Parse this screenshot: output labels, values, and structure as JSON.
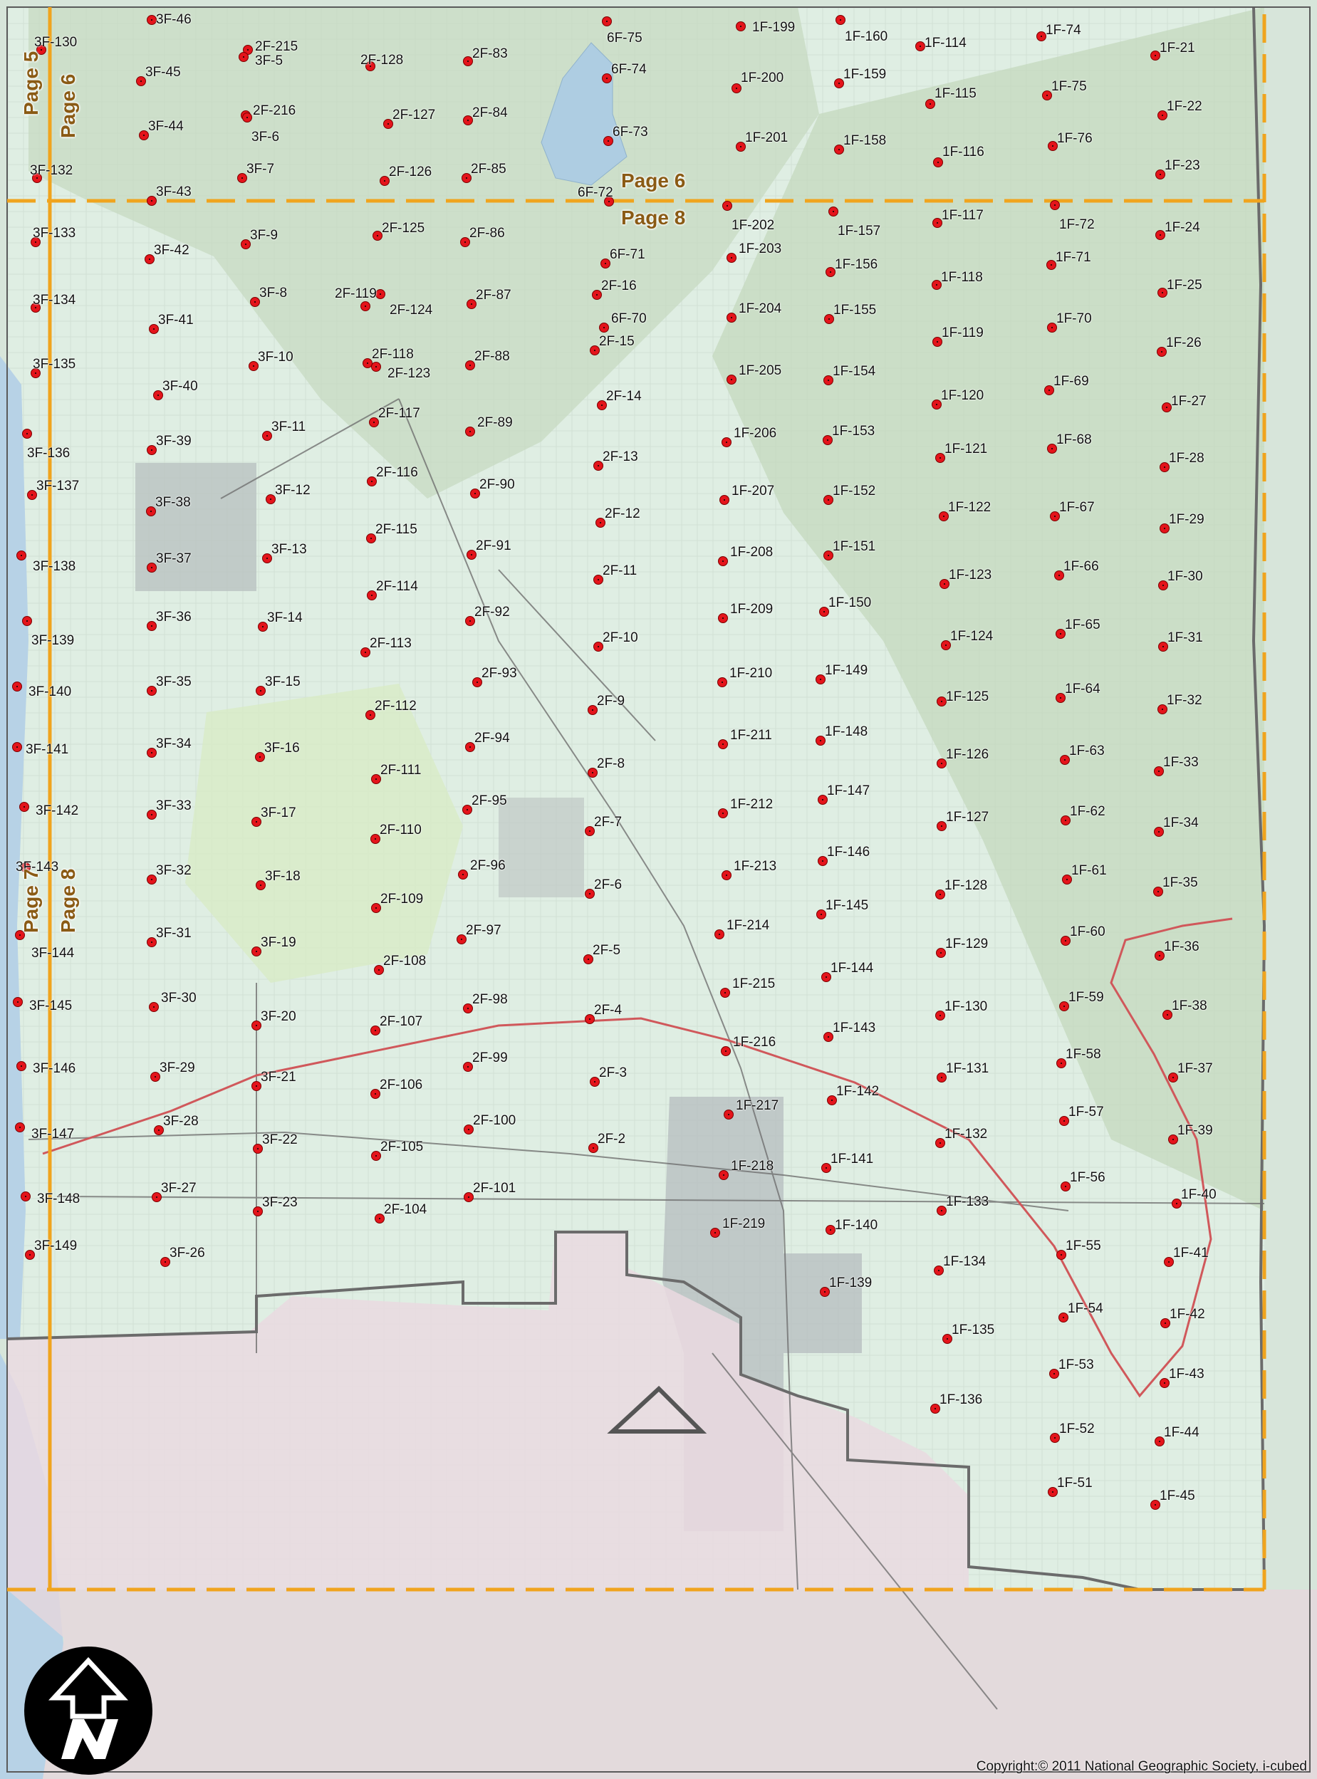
{
  "copyright": "Copyright:© 2011 National Geographic Society, i-cubed",
  "page_labels": [
    {
      "text": "Page 5",
      "rotated": true
    },
    {
      "text": "Page 6",
      "rotated": true
    },
    {
      "text": "Page 6",
      "rotated": false
    },
    {
      "text": "Page 8",
      "rotated": false
    },
    {
      "text": "Page 7",
      "rotated": true
    },
    {
      "text": "Page 8",
      "rotated": true
    }
  ],
  "colors": {
    "point": "#e4141b",
    "grid_line": "#f0a41e",
    "boundary": "#6b6b6b",
    "county_line": "#d0585b"
  },
  "icons": {
    "north_arrow": "north-arrow-icon"
  },
  "points": [
    {
      "label": "3F-46"
    },
    {
      "label": "3F-130"
    },
    {
      "label": "2F-215"
    },
    {
      "label": "3F-5"
    },
    {
      "label": "2F-128"
    },
    {
      "label": "2F-83"
    },
    {
      "label": "6F-75"
    },
    {
      "label": "1F-199"
    },
    {
      "label": "1F-160"
    },
    {
      "label": "1F-114"
    },
    {
      "label": "1F-74"
    },
    {
      "label": "1F-21"
    },
    {
      "label": "3F-45"
    },
    {
      "label": "6F-74"
    },
    {
      "label": "1F-200"
    },
    {
      "label": "1F-159"
    },
    {
      "label": "1F-115"
    },
    {
      "label": "1F-75"
    },
    {
      "label": "2F-216"
    },
    {
      "label": "2F-127"
    },
    {
      "label": "2F-84"
    },
    {
      "label": "1F-22"
    },
    {
      "label": "3F-44"
    },
    {
      "label": "3F-6"
    },
    {
      "label": "6F-73"
    },
    {
      "label": "1F-201"
    },
    {
      "label": "1F-158"
    },
    {
      "label": "1F-116"
    },
    {
      "label": "1F-76"
    },
    {
      "label": "1F-23"
    },
    {
      "label": "3F-132"
    },
    {
      "label": "3F-7"
    },
    {
      "label": "2F-126"
    },
    {
      "label": "2F-85"
    },
    {
      "label": "3F-43"
    },
    {
      "label": "6F-72"
    },
    {
      "label": "1F-202"
    },
    {
      "label": "1F-157"
    },
    {
      "label": "1F-117"
    },
    {
      "label": "1F-72"
    },
    {
      "label": "1F-24"
    },
    {
      "label": "3F-133"
    },
    {
      "label": "3F-9"
    },
    {
      "label": "2F-125"
    },
    {
      "label": "2F-86"
    },
    {
      "label": "3F-42"
    },
    {
      "label": "6F-71"
    },
    {
      "label": "1F-203"
    },
    {
      "label": "1F-156"
    },
    {
      "label": "1F-71"
    },
    {
      "label": "1F-118"
    },
    {
      "label": "2F-16"
    },
    {
      "label": "1F-25"
    },
    {
      "label": "3F-134"
    },
    {
      "label": "3F-8"
    },
    {
      "label": "2F-119"
    },
    {
      "label": "2F-124"
    },
    {
      "label": "2F-87"
    },
    {
      "label": "6F-70"
    },
    {
      "label": "1F-204"
    },
    {
      "label": "1F-155"
    },
    {
      "label": "1F-70"
    },
    {
      "label": "3F-41"
    },
    {
      "label": "2F-15"
    },
    {
      "label": "1F-119"
    },
    {
      "label": "1F-26"
    },
    {
      "label": "3F-10"
    },
    {
      "label": "2F-118"
    },
    {
      "label": "2F-123"
    },
    {
      "label": "2F-88"
    },
    {
      "label": "3F-135"
    },
    {
      "label": "1F-205"
    },
    {
      "label": "1F-154"
    },
    {
      "label": "1F-69"
    },
    {
      "label": "3F-40"
    },
    {
      "label": "2F-14"
    },
    {
      "label": "1F-120"
    },
    {
      "label": "1F-27"
    },
    {
      "label": "2F-117"
    },
    {
      "label": "2F-89"
    },
    {
      "label": "3F-11"
    },
    {
      "label": "1F-206"
    },
    {
      "label": "1F-153"
    },
    {
      "label": "1F-68"
    },
    {
      "label": "3F-39"
    },
    {
      "label": "3F-136"
    },
    {
      "label": "1F-121"
    },
    {
      "label": "2F-13"
    },
    {
      "label": "1F-28"
    },
    {
      "label": "2F-116"
    },
    {
      "label": "2F-90"
    },
    {
      "label": "3F-137"
    },
    {
      "label": "3F-12"
    },
    {
      "label": "1F-207"
    },
    {
      "label": "1F-152"
    },
    {
      "label": "3F-38"
    },
    {
      "label": "1F-122"
    },
    {
      "label": "1F-67"
    },
    {
      "label": "2F-12"
    },
    {
      "label": "1F-29"
    },
    {
      "label": "2F-115"
    },
    {
      "label": "2F-91"
    },
    {
      "label": "3F-13"
    },
    {
      "label": "1F-208"
    },
    {
      "label": "1F-151"
    },
    {
      "label": "3F-37"
    },
    {
      "label": "3F-138"
    },
    {
      "label": "1F-66"
    },
    {
      "label": "2F-11"
    },
    {
      "label": "1F-123"
    },
    {
      "label": "1F-30"
    },
    {
      "label": "2F-114"
    },
    {
      "label": "1F-209"
    },
    {
      "label": "1F-150"
    },
    {
      "label": "3F-36"
    },
    {
      "label": "3F-14"
    },
    {
      "label": "2F-92"
    },
    {
      "label": "1F-65"
    },
    {
      "label": "1F-124"
    },
    {
      "label": "3F-139"
    },
    {
      "label": "2F-10"
    },
    {
      "label": "1F-31"
    },
    {
      "label": "2F-113"
    },
    {
      "label": "1F-210"
    },
    {
      "label": "1F-149"
    },
    {
      "label": "2F-93"
    },
    {
      "label": "3F-35"
    },
    {
      "label": "3F-140"
    },
    {
      "label": "3F-15"
    },
    {
      "label": "1F-125"
    },
    {
      "label": "1F-64"
    },
    {
      "label": "2F-9"
    },
    {
      "label": "1F-32"
    },
    {
      "label": "2F-112"
    },
    {
      "label": "1F-148"
    },
    {
      "label": "1F-211"
    },
    {
      "label": "2F-94"
    },
    {
      "label": "3F-141"
    },
    {
      "label": "3F-34"
    },
    {
      "label": "3F-16"
    },
    {
      "label": "1F-126"
    },
    {
      "label": "1F-63"
    },
    {
      "label": "2F-8"
    },
    {
      "label": "1F-33"
    },
    {
      "label": "2F-111"
    },
    {
      "label": "1F-147"
    },
    {
      "label": "2F-95"
    },
    {
      "label": "3F-142"
    },
    {
      "label": "3F-33"
    },
    {
      "label": "1F-212"
    },
    {
      "label": "3F-17"
    },
    {
      "label": "1F-62"
    },
    {
      "label": "1F-127"
    },
    {
      "label": "2F-7"
    },
    {
      "label": "2F-110"
    },
    {
      "label": "1F-34"
    },
    {
      "label": "1F-146"
    },
    {
      "label": "3F-143"
    },
    {
      "label": "2F-96"
    },
    {
      "label": "1F-213"
    },
    {
      "label": "3F-32"
    },
    {
      "label": "3F-18"
    },
    {
      "label": "1F-61"
    },
    {
      "label": "1F-35"
    },
    {
      "label": "1F-128"
    },
    {
      "label": "2F-6"
    },
    {
      "label": "2F-109"
    },
    {
      "label": "1F-145"
    },
    {
      "label": "1F-214"
    },
    {
      "label": "2F-97"
    },
    {
      "label": "1F-60"
    },
    {
      "label": "3F-31"
    },
    {
      "label": "3F-19"
    },
    {
      "label": "1F-129"
    },
    {
      "label": "1F-36"
    },
    {
      "label": "3F-144"
    },
    {
      "label": "2F-108"
    },
    {
      "label": "2F-5"
    },
    {
      "label": "1F-144"
    },
    {
      "label": "1F-215"
    },
    {
      "label": "3F-145"
    },
    {
      "label": "3F-30"
    },
    {
      "label": "2F-98"
    },
    {
      "label": "1F-59"
    },
    {
      "label": "1F-130"
    },
    {
      "label": "1F-38"
    },
    {
      "label": "2F-4"
    },
    {
      "label": "3F-20"
    },
    {
      "label": "2F-107"
    },
    {
      "label": "1F-143"
    },
    {
      "label": "1F-216"
    },
    {
      "label": "2F-99"
    },
    {
      "label": "1F-58"
    },
    {
      "label": "3F-146"
    },
    {
      "label": "3F-29"
    },
    {
      "label": "1F-37"
    },
    {
      "label": "1F-131"
    },
    {
      "label": "2F-3"
    },
    {
      "label": "3F-21"
    },
    {
      "label": "2F-106"
    },
    {
      "label": "1F-142"
    },
    {
      "label": "1F-217"
    },
    {
      "label": "1F-57"
    },
    {
      "label": "2F-100"
    },
    {
      "label": "3F-28"
    },
    {
      "label": "1F-39"
    },
    {
      "label": "3F-147"
    },
    {
      "label": "1F-132"
    },
    {
      "label": "2F-2"
    },
    {
      "label": "3F-22"
    },
    {
      "label": "2F-105"
    },
    {
      "label": "1F-141"
    },
    {
      "label": "1F-218"
    },
    {
      "label": "1F-56"
    },
    {
      "label": "2F-101"
    },
    {
      "label": "3F-27"
    },
    {
      "label": "3F-148"
    },
    {
      "label": "1F-40"
    },
    {
      "label": "1F-133"
    },
    {
      "label": "3F-23"
    },
    {
      "label": "2F-104"
    },
    {
      "label": "1F-140"
    },
    {
      "label": "1F-219"
    },
    {
      "label": "3F-149"
    },
    {
      "label": "1F-55"
    },
    {
      "label": "3F-26"
    },
    {
      "label": "1F-41"
    },
    {
      "label": "1F-134"
    },
    {
      "label": "1F-139"
    },
    {
      "label": "1F-54"
    },
    {
      "label": "1F-42"
    },
    {
      "label": "1F-135"
    },
    {
      "label": "1F-53"
    },
    {
      "label": "1F-43"
    },
    {
      "label": "1F-136"
    },
    {
      "label": "1F-52"
    },
    {
      "label": "1F-44"
    },
    {
      "label": "1F-51"
    },
    {
      "label": "1F-45"
    }
  ]
}
